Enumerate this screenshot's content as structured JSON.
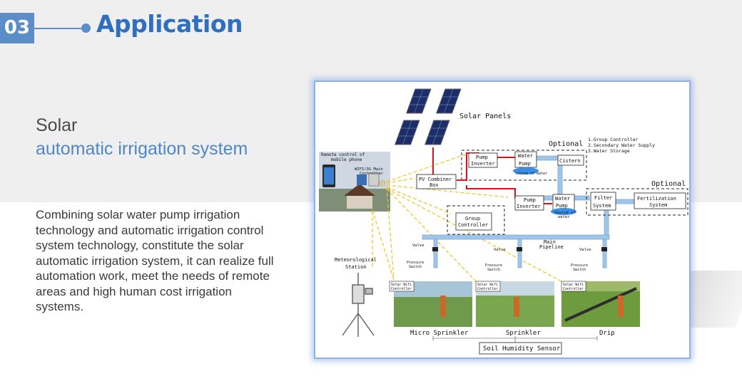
{
  "header": {
    "number": "03",
    "title": "Application"
  },
  "heading": {
    "line1": "Solar",
    "line2": "automatic irrigation system"
  },
  "description": "Combining solar water pump irrigation technology and automatic irrigation control system technology, constitute the solar automatic irrigation system, it can realize full automation work, meet the needs of remote areas and high human cost irrigation systems.",
  "diagram": {
    "solar_panels": "Solar Panels",
    "optional_top": "Optional",
    "optional_list": [
      "1.Group Controller",
      "2.Secondary Water Supply",
      "3.Water Storage"
    ],
    "remote_control_1": "Remote control of",
    "remote_control_2": "mobile phone",
    "wifi_controller_1": "WIFI/3G Main",
    "wifi_controller_2": "Controller",
    "pump_inverter_1": [
      "Pump",
      "Inverter"
    ],
    "water_pump_1": [
      "Water",
      "Pump"
    ],
    "source_of_water_1": "source of water",
    "cistern": "Cistern",
    "pv_combiner": [
      "PV Combiner",
      "Box"
    ],
    "optional_right": "Optional",
    "pump_inverter_2": [
      "Pump",
      "Inverter"
    ],
    "water_pump_2": [
      "Water",
      "Pump"
    ],
    "source_of_water_2": [
      "Source of",
      "water"
    ],
    "filter_system": [
      "Filter",
      "System"
    ],
    "fertilization": [
      "Fertilization",
      "System"
    ],
    "group_controller": [
      "Group",
      "Controller"
    ],
    "main_pipeline": [
      "Main",
      "Pipeline"
    ],
    "valve": "Valve",
    "meteorological": [
      "Meteorological",
      "Station"
    ],
    "pressure_switch": [
      "Pressure",
      "Switch"
    ],
    "solar_wifi_controller": [
      "Solar Wifi",
      "Controller"
    ],
    "micro_sprinkler": "Micro Sprinkler",
    "sprinkler": "Sprinkler",
    "drip": "Drip",
    "soil_sensor": "Soil Humidity Sensor"
  },
  "colors": {
    "accent": "#5b8ec9",
    "title": "#2f6fc0",
    "heading2": "#4f86c6",
    "pipe": "#9fc6e8",
    "power_line": "#e0101a",
    "signal_line": "#f0c419"
  }
}
